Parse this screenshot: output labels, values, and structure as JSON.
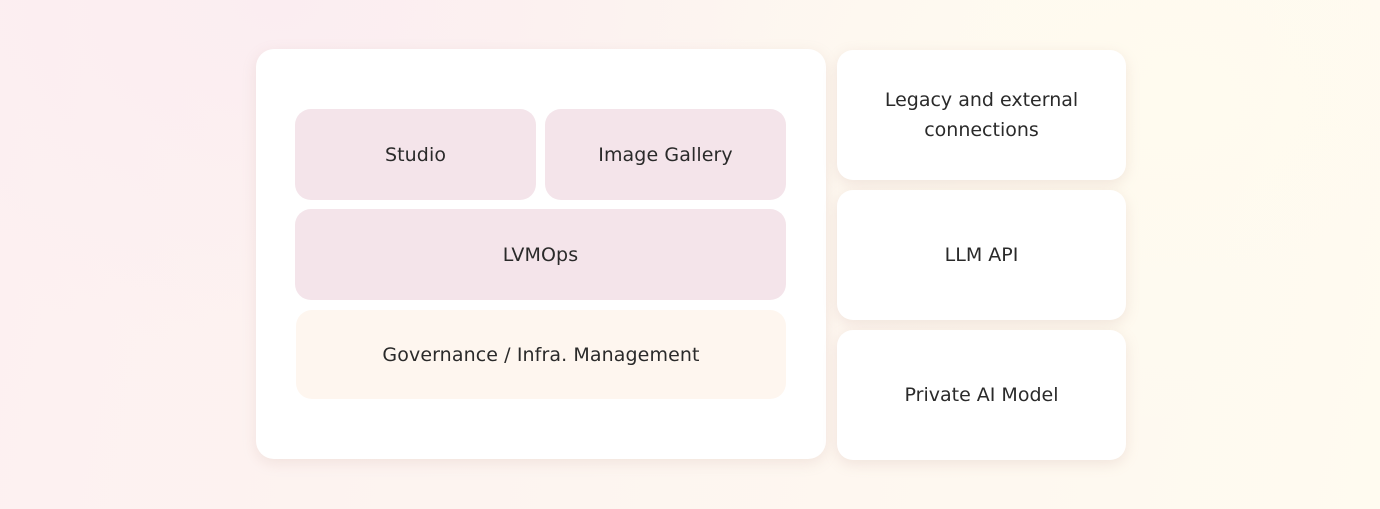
{
  "main_panel": {
    "studio": "Studio",
    "image_gallery": "Image Gallery",
    "lvmops": "LVMOps",
    "governance": "Governance / Infra. Management"
  },
  "side_cards": {
    "legacy": "Legacy and external connections",
    "llm_api": "LLM API",
    "private_model": "Private AI Model"
  },
  "colors": {
    "pink_block": "#f4e4ea",
    "cream_block": "#fef6ef",
    "card": "#ffffff",
    "text": "#2a2a2a"
  }
}
